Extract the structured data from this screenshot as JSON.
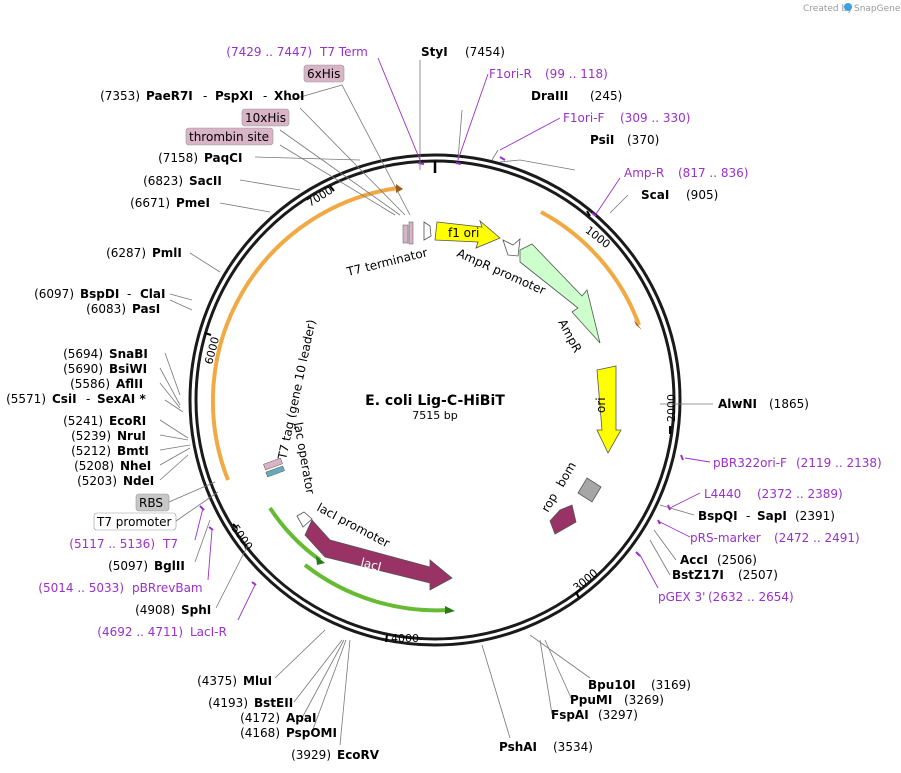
{
  "credit": {
    "prefix": "Created by",
    "brand": "SnapGene"
  },
  "plasmid": {
    "name": "E. coli Lig-C-HiBiT",
    "length": "7515 bp"
  },
  "ticks": [
    "1000",
    "2000",
    "3000",
    "4000",
    "5000",
    "6000",
    "7000"
  ],
  "sites": [
    {
      "name": "StyI",
      "pos": "(7454)"
    },
    {
      "name": "DraIII",
      "pos": "(245)"
    },
    {
      "name": "PsiI",
      "pos": "(370)"
    },
    {
      "name": "ScaI",
      "pos": "(905)"
    },
    {
      "name": "AlwNI",
      "pos": "(1865)"
    },
    {
      "name": "BspQI",
      "pos": ""
    },
    {
      "name": "SapI",
      "pos": "(2391)"
    },
    {
      "name": "AccI",
      "pos": "(2506)"
    },
    {
      "name": "BstZ17I",
      "pos": "(2507)"
    },
    {
      "name": "Bpu10I",
      "pos": "(3169)"
    },
    {
      "name": "PpuMI",
      "pos": "(3269)"
    },
    {
      "name": "FspAI",
      "pos": "(3297)"
    },
    {
      "name": "PshAI",
      "pos": "(3534)"
    },
    {
      "name": "EcoRV",
      "pos": "(3929)"
    },
    {
      "name": "PspOMI",
      "pos": "(4168)"
    },
    {
      "name": "ApaI",
      "pos": "(4172)"
    },
    {
      "name": "BstEII",
      "pos": "(4193)"
    },
    {
      "name": "MluI",
      "pos": "(4375)"
    },
    {
      "name": "SphI",
      "pos": "(4908)"
    },
    {
      "name": "BglII",
      "pos": "(5097)"
    },
    {
      "name": "NdeI",
      "pos": "(5203)"
    },
    {
      "name": "NheI",
      "pos": "(5208)"
    },
    {
      "name": "BmtI",
      "pos": "(5212)"
    },
    {
      "name": "NruI",
      "pos": "(5239)"
    },
    {
      "name": "EcoRI",
      "pos": "(5241)"
    },
    {
      "name": "CsiI",
      "pos": "(5571)"
    },
    {
      "name": "SexAI *",
      "pos": ""
    },
    {
      "name": "AflII",
      "pos": "(5586)"
    },
    {
      "name": "BsiWI",
      "pos": "(5690)"
    },
    {
      "name": "SnaBI",
      "pos": "(5694)"
    },
    {
      "name": "PasI",
      "pos": "(6083)"
    },
    {
      "name": "BspDI",
      "pos": "(6097)"
    },
    {
      "name": "ClaI",
      "pos": ""
    },
    {
      "name": "PmlI",
      "pos": "(6287)"
    },
    {
      "name": "PmeI",
      "pos": "(6671)"
    },
    {
      "name": "SacII",
      "pos": "(6823)"
    },
    {
      "name": "PaqCI",
      "pos": "(7158)"
    },
    {
      "name": "PaeR7I",
      "pos": "(7353)"
    },
    {
      "name": "PspXI",
      "pos": ""
    },
    {
      "name": "XhoI",
      "pos": ""
    }
  ],
  "primers": [
    {
      "name": "T7 Term",
      "pos": "(7429 .. 7447)"
    },
    {
      "name": "F1ori-R",
      "pos": "(99 .. 118)"
    },
    {
      "name": "F1ori-F",
      "pos": "(309 .. 330)"
    },
    {
      "name": "Amp-R",
      "pos": "(817 .. 836)"
    },
    {
      "name": "pBR322ori-F",
      "pos": "(2119 .. 2138)"
    },
    {
      "name": "L4440",
      "pos": "(2372 .. 2389)"
    },
    {
      "name": "pRS-marker",
      "pos": "(2472 .. 2491)"
    },
    {
      "name": "pGEX 3'",
      "pos": "(2632 .. 2654)"
    },
    {
      "name": "T7",
      "pos": "(5117 .. 5136)"
    },
    {
      "name": "pBRrevBam",
      "pos": "(5014 .. 5033)"
    },
    {
      "name": "LacI-R",
      "pos": "(4692 .. 4711)"
    }
  ],
  "boxed": [
    "6xHis",
    "10xHis",
    "thrombin site",
    "RBS",
    "T7 promoter"
  ],
  "features": {
    "f1ori": "f1 ori",
    "ampr_promoter": "AmpR promoter",
    "ampr": "AmpR",
    "ori": "ori",
    "bom": "bom",
    "rop": "rop",
    "laci": "lacI",
    "laci_promoter": "lacI promoter",
    "lac_operator": "lac operator",
    "t7tag": "T7 tag (gene 10 leader)",
    "t7terminator": "T7 terminator"
  },
  "colors": {
    "ring": "#1a1a1a",
    "primer": "#9b30c8",
    "f1ori": "#ffff00",
    "ampr": "#ccffcc",
    "ori": "#ffff00",
    "laci": "#993366",
    "rop": "#993366",
    "bom": "#a6a6a6",
    "orange_arc": "#f0a030",
    "green_arc": "#66bb33",
    "boxed_pink": "#d9b3c6",
    "boxed_gray": "#c6c6c6"
  }
}
